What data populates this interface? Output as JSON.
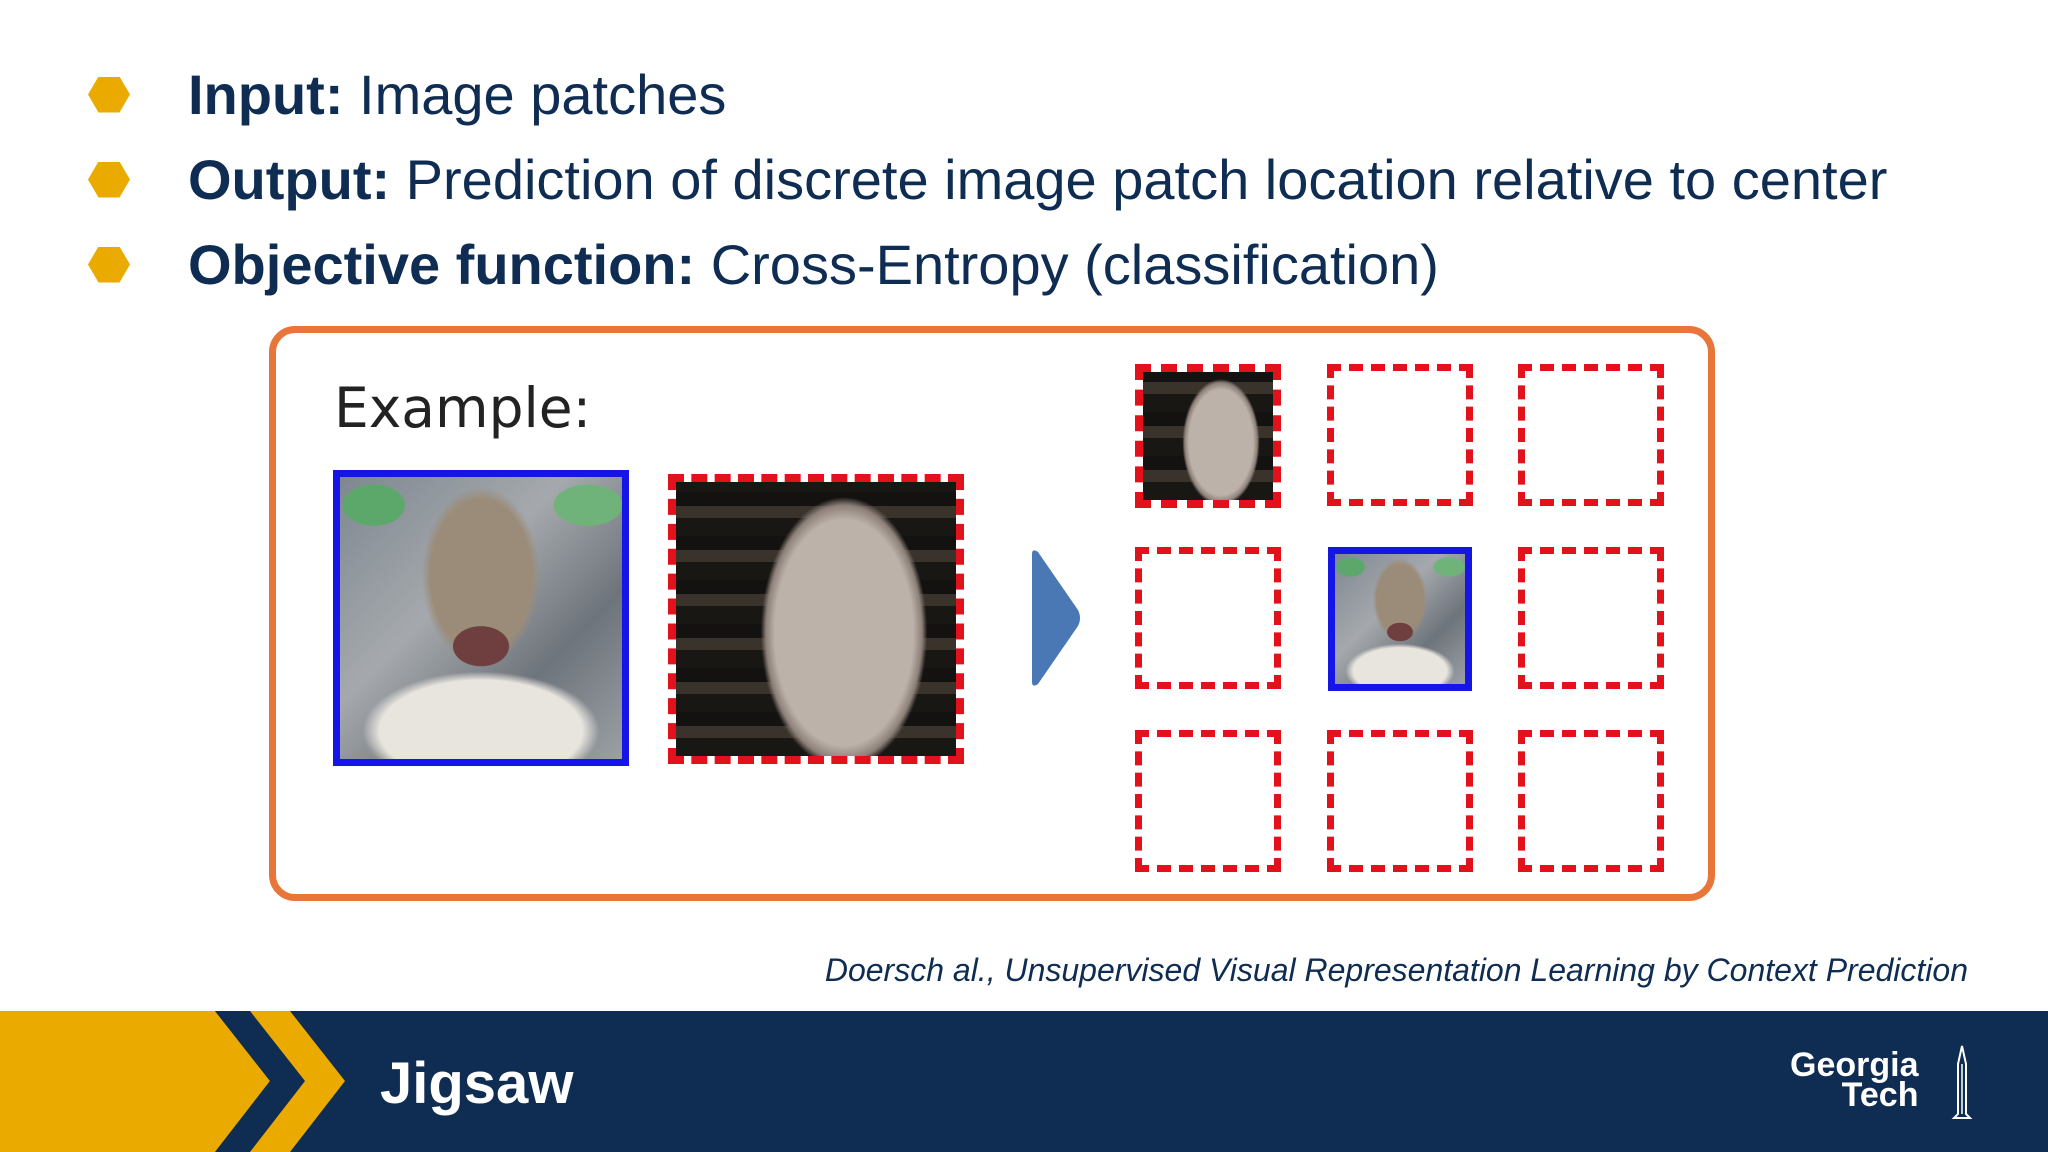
{
  "bullets": [
    {
      "label": "Input:",
      "text": " Image patches"
    },
    {
      "label": "Output:",
      "text": " Prediction of discrete image patch location relative to center"
    },
    {
      "label": "Objective function:",
      "text": " Cross-Entropy (classification)"
    }
  ],
  "figure": {
    "example_label": "Example:"
  },
  "citation": "Doersch al., Unsupervised Visual Representation Learning by Context Prediction",
  "footer": {
    "title": "Jigsaw",
    "logo_line1": "Georgia",
    "logo_line2": "Tech"
  },
  "colors": {
    "navy": "#0F2C52",
    "gold": "#EAAA00",
    "box_border": "#E8763A",
    "dash_red": "#E3111B",
    "center_blue": "#1515E8",
    "arrow_blue": "#4A78B5"
  }
}
